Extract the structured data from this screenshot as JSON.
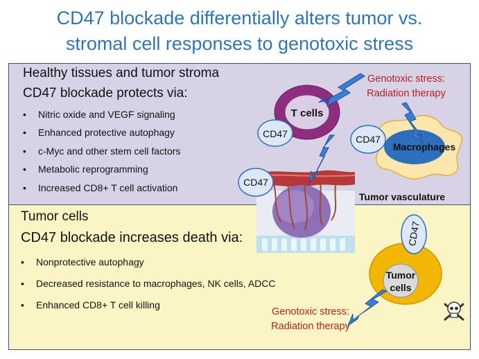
{
  "title": {
    "line1": "CD47 blockade differentially alters tumor vs.",
    "line2": "stromal cell responses to genotoxic stress"
  },
  "top_panel": {
    "heading": "Healthy tissues and tumor stroma",
    "subheading": "CD47 blockade protects via:",
    "bullets": [
      "Nitric oxide and VEGF signaling",
      "Enhanced protective autophagy",
      "c-Myc and other stem cell factors",
      "Metabolic reprogramming",
      "Increased CD8+ T cell activation"
    ],
    "stress_line1": "Genotoxic stress:",
    "stress_line2": "Radiation therapy",
    "t_cells_label": "T cells",
    "cd47_tcell": "CD47",
    "cd47_macrophage": "CD47",
    "macrophages_label": "Macrophages",
    "cd47_vasculature": "CD47",
    "vasculature_label": "Tumor vasculature"
  },
  "bottom_panel": {
    "heading": "Tumor cells",
    "subheading": "CD47 blockade increases death via:",
    "bullets": [
      "Nonprotective autophagy",
      "Decreased resistance to macrophages, NK cells, ADCC",
      "Enhanced CD8+ T cell killing"
    ],
    "cd47_label": "CD47",
    "tumor_cells_line1": "Tumor",
    "tumor_cells_line2": "cells",
    "stress_line1": "Genotoxic stress:",
    "stress_line2": "Radiation therapy"
  },
  "colors": {
    "title": "#2e75b6",
    "top_panel_bg": "#d8d2e6",
    "bottom_panel_bg": "#fbf5c5",
    "stress_text": "#b22222",
    "lightning": "#3b7fd4",
    "cd47_bubble": "#dce8f7",
    "t_cell_outer": "#8e2d7e",
    "tumor_cell": "#f2b705",
    "macrophage": "#fbe7ad"
  },
  "icons": [
    "lightning-bolt-icon",
    "skull-crossbones-icon",
    "tumor-vasculature-illustration"
  ]
}
